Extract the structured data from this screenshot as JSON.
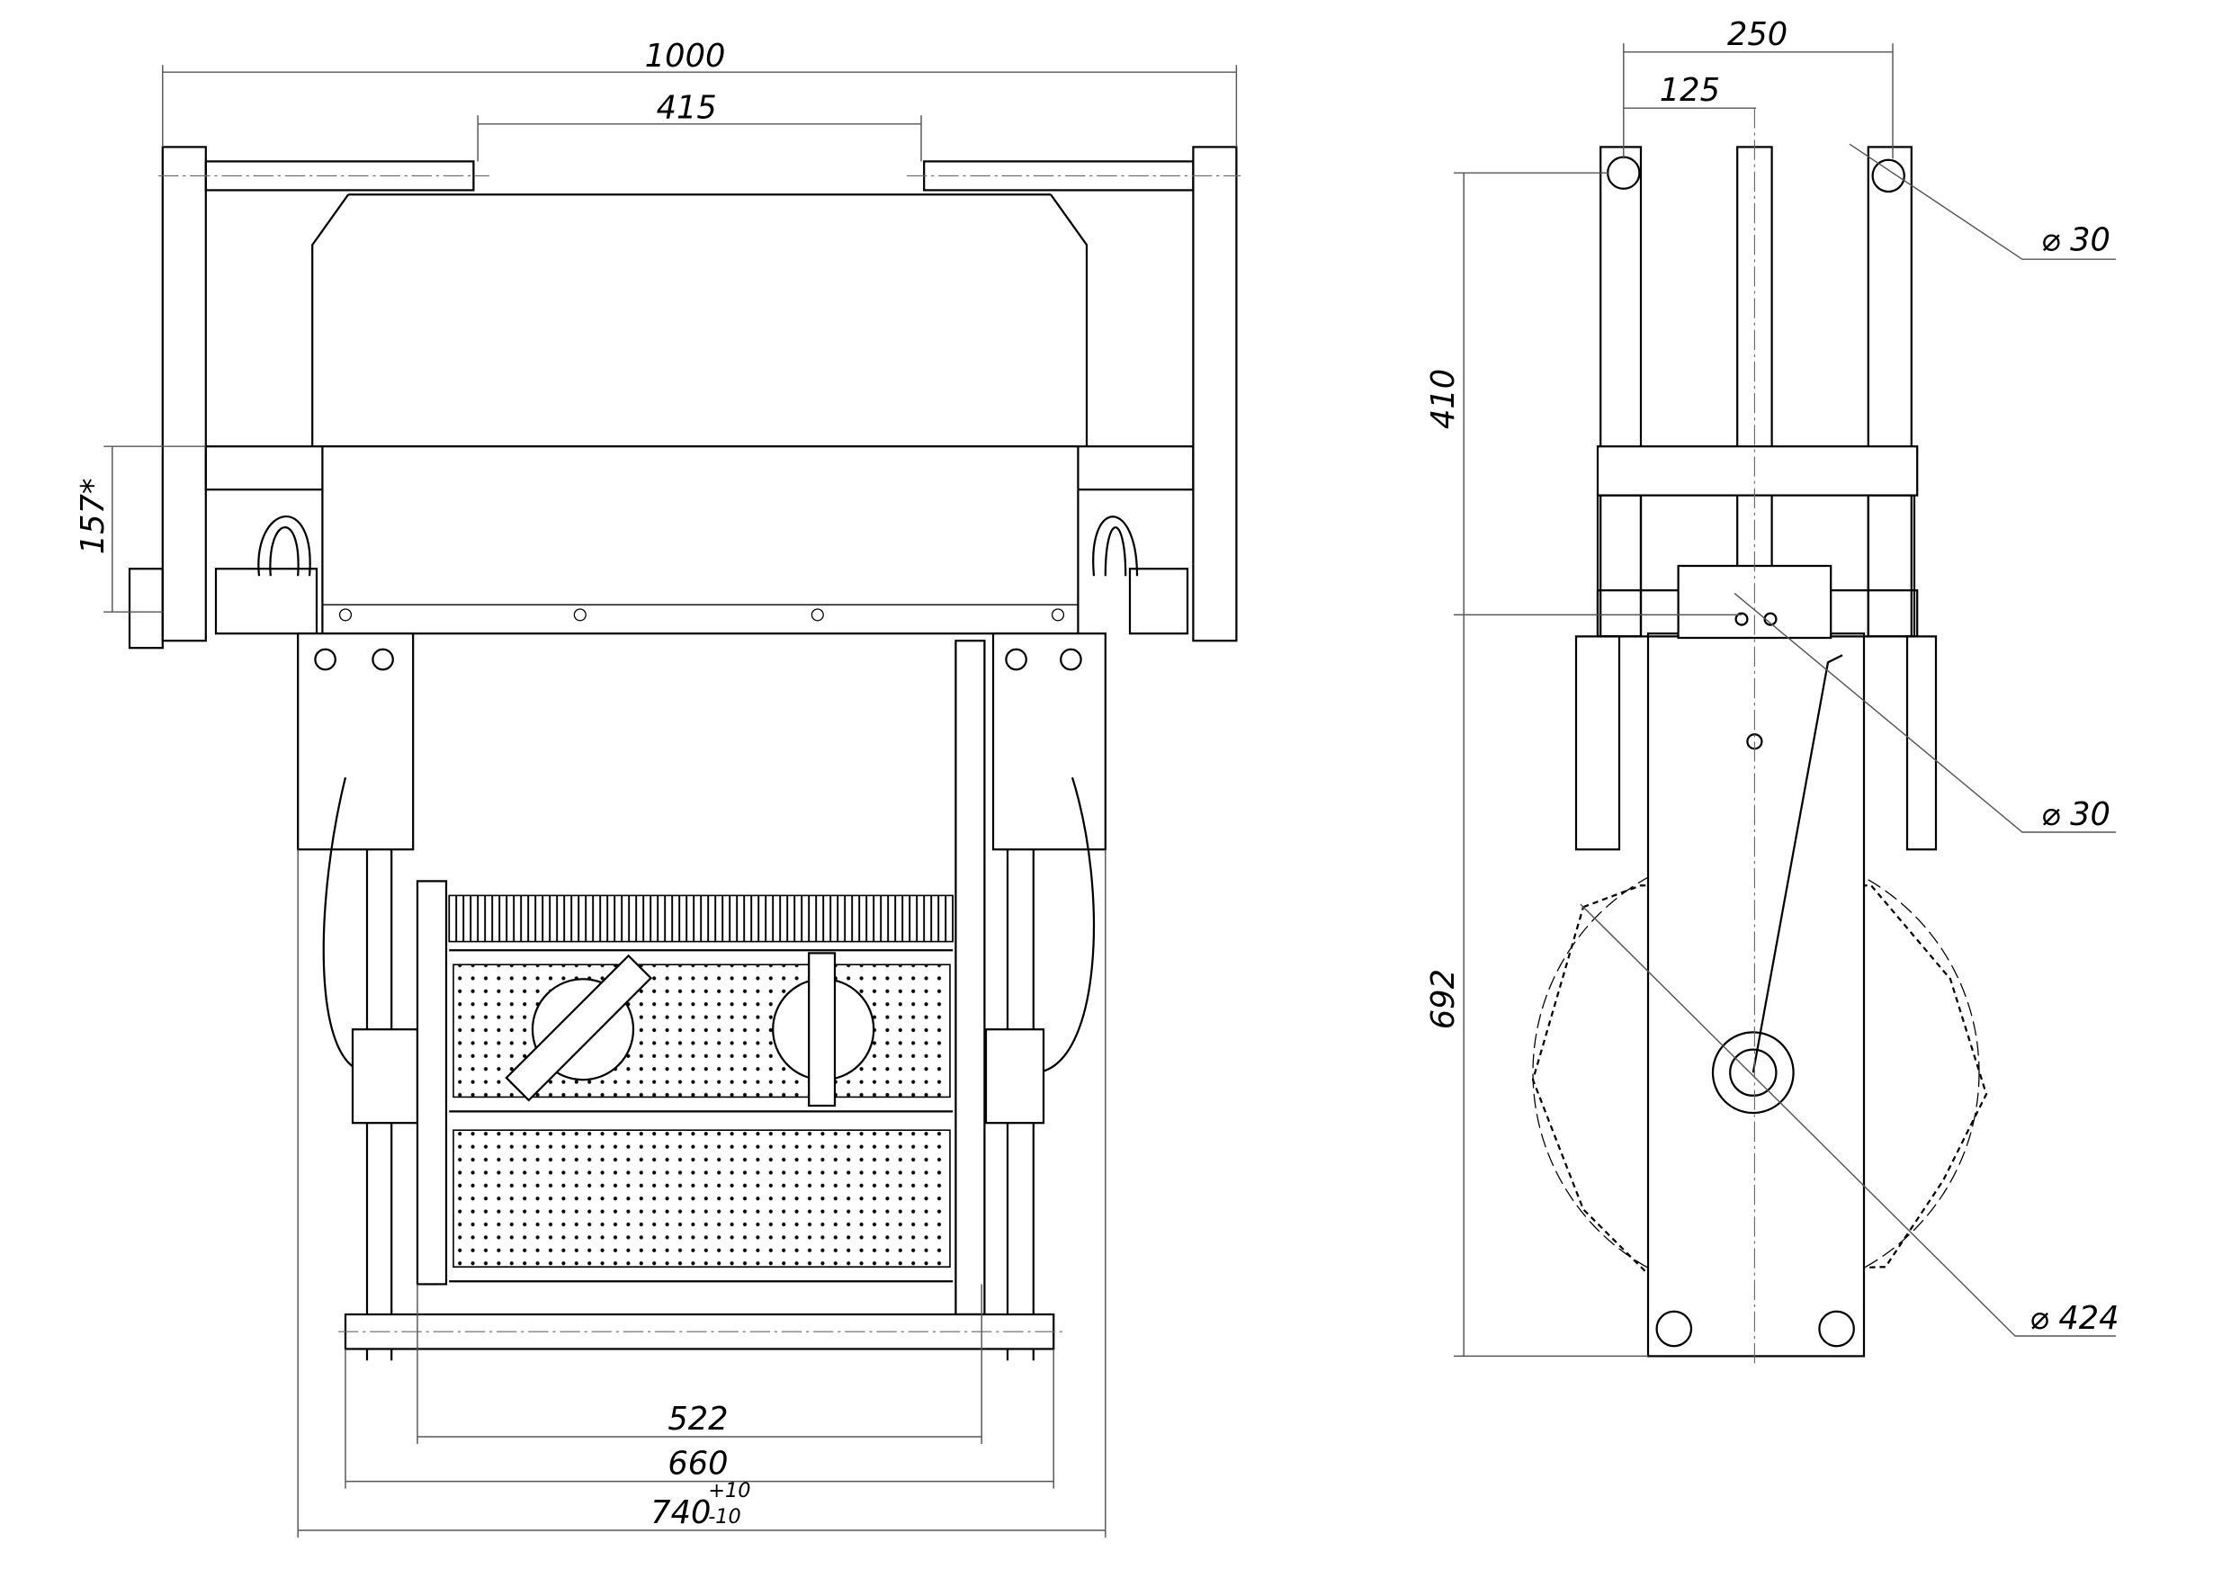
{
  "front_view": {
    "dim_overall_width": "1000",
    "dim_inner_width": "415",
    "dim_height_star": "157*",
    "dim_drum_width": "522",
    "dim_base_width": "660",
    "dim_total_width": "740",
    "tol_plus": "+10",
    "tol_minus": "-10"
  },
  "side_view": {
    "dim_width": "250",
    "dim_half_width": "125",
    "dim_upper_height": "410",
    "dim_lower_height": "692",
    "dia_top_hole": "⌀ 30",
    "dia_pivot": "⌀ 30",
    "dia_gear": "⌀ 424"
  }
}
